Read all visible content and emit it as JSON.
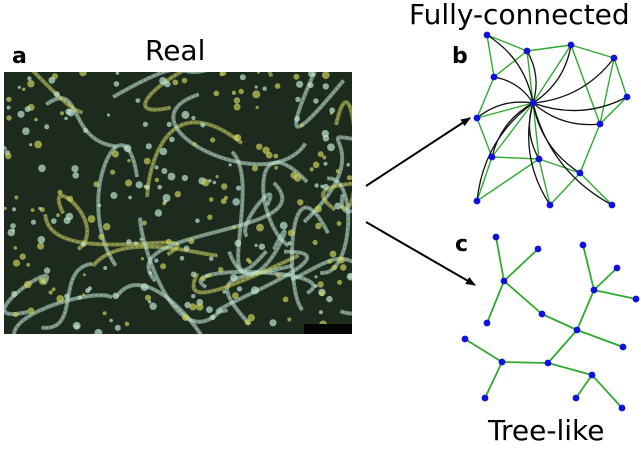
{
  "panels": {
    "a": {
      "letter": "a",
      "title": "Real"
    },
    "b": {
      "letter": "b",
      "title": "Fully-connected"
    },
    "c": {
      "letter": "c",
      "title": "Tree-like"
    }
  },
  "colors": {
    "node": "#1010e0",
    "grid_edge": "#2eaa2e",
    "hub_edge": "#111111",
    "tree_edge": "#2eaa2e",
    "arrow": "#000000",
    "photo_dark": "#1d2a1e",
    "photo_cell_yellow": "#c9cf5a",
    "photo_cell_cyan": "#bfe6d3"
  }
}
